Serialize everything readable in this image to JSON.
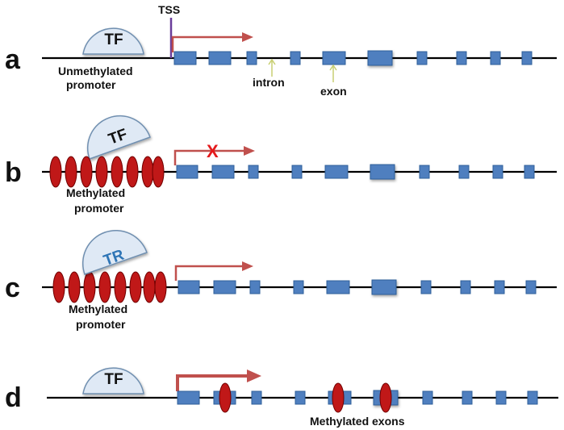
{
  "colors": {
    "exon": "#4f7fbf",
    "exon_stroke": "#2f5f9a",
    "methyl": "#c01818",
    "methyl_stroke": "#700000",
    "arrow": "#c0504d",
    "tf_fill": "#dfe9f5",
    "tf_stroke": "#6f8fb0",
    "tss_line": "#6a3d9a",
    "cross": "#e41a1c",
    "tr_text": "#2e75b6",
    "pointer": "#c8cf72"
  },
  "annotations": {
    "tss": "TSS",
    "intron": "intron",
    "exon": "exon"
  },
  "rows": [
    {
      "letter": "a",
      "factor": "TF",
      "promoter_label": [
        "Unmethylated",
        "promoter"
      ],
      "promoter_methylated": false,
      "transcription": "active",
      "methylated_exon_indices": []
    },
    {
      "letter": "b",
      "factor": "TF",
      "promoter_label": [
        "Methylated",
        "promoter"
      ],
      "promoter_methylated": true,
      "transcription": "blocked",
      "blocked_mark": "X",
      "methylated_exon_indices": []
    },
    {
      "letter": "c",
      "factor": "TR",
      "promoter_label": [
        "Methylated",
        "promoter"
      ],
      "promoter_methylated": true,
      "transcription": "active",
      "methylated_exon_indices": []
    },
    {
      "letter": "d",
      "factor": "TF",
      "promoter_label": [],
      "promoter_methylated": false,
      "transcription": "active",
      "methylated_exon_indices": [
        1,
        4,
        5
      ],
      "exon_label": "Methylated  exons"
    }
  ]
}
